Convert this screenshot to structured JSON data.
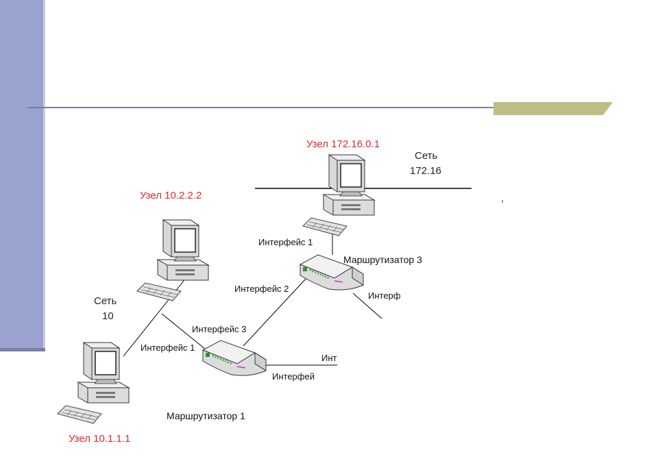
{
  "nodes": {
    "host_172": "Узел 172.16.0.1",
    "host_10_2": "Узел 10.2.2.2",
    "host_10_1": "Узел 10.1.1.1"
  },
  "networks": {
    "net_172_line1": "Сеть",
    "net_172_line2": "172.16",
    "net_10_line1": "Сеть",
    "net_10_line2": "10"
  },
  "routers": {
    "router1": "Маршрутизатор 1",
    "router3": "Маршрутизатор 3"
  },
  "interfaces": {
    "r3_if1": "Интерфейс 1",
    "r3_if2": "Интерфейс 2",
    "r3_if_right": "Интерф",
    "r1_if3": "Интерфейс 3",
    "r1_if1": "Интерфейс 1",
    "r1_if_right_bottom": "Интерфей",
    "r1_if_right_top": "Инт"
  },
  "colors": {
    "accent": "#bdbd86",
    "sidebar": "#9aa3cf",
    "node_label": "#e0262b"
  }
}
